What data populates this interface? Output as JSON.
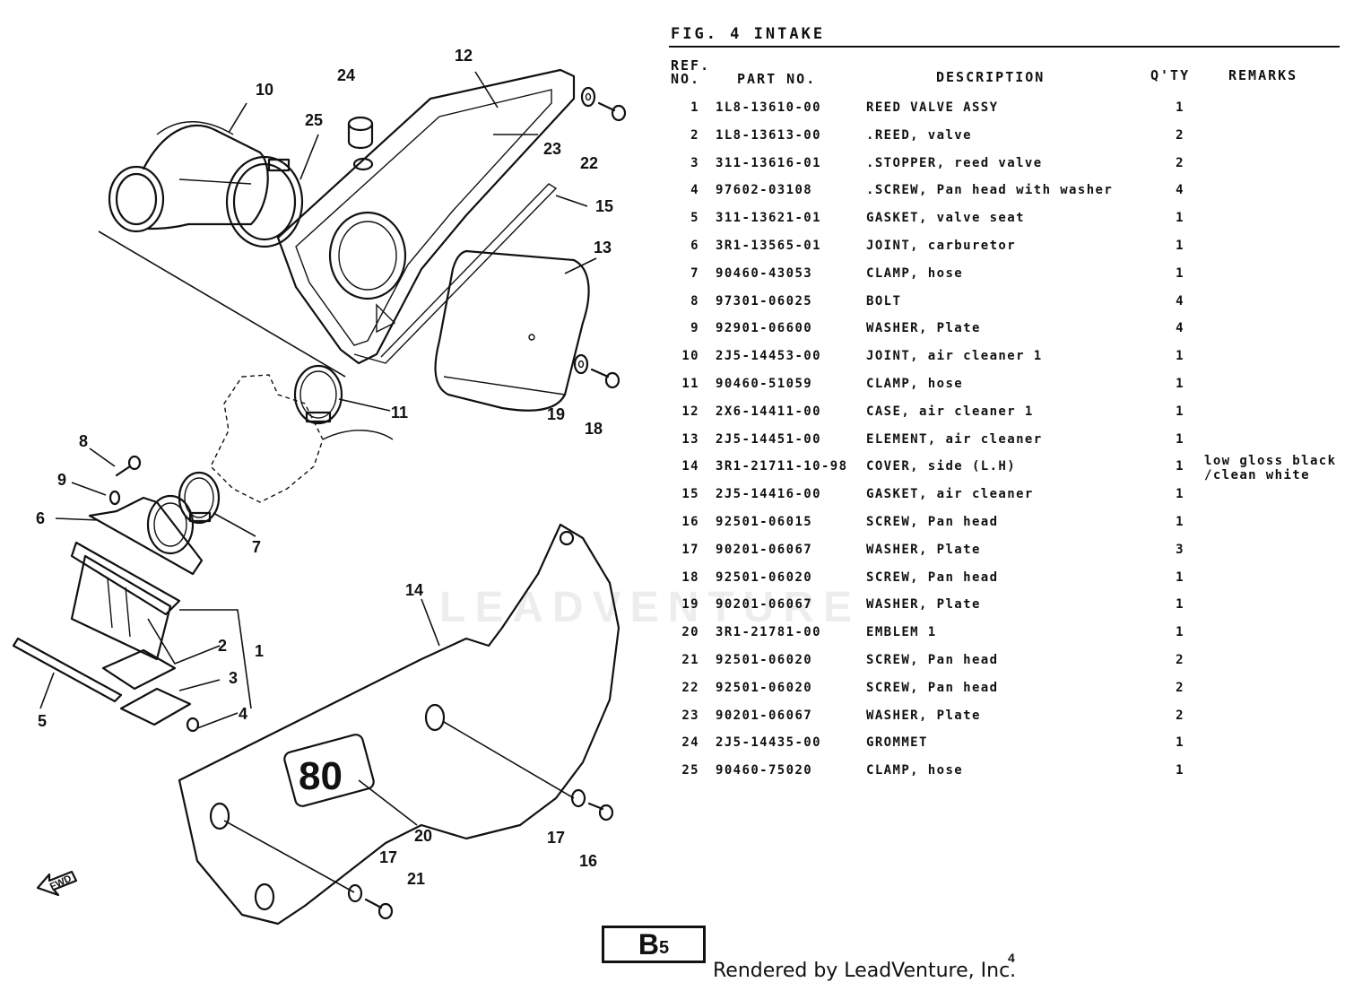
{
  "figure": {
    "label": "FIG. 4 INTAKE"
  },
  "table": {
    "headers": {
      "ref": "REF.\nNO.",
      "part": "PART NO.",
      "desc": "DESCRIPTION",
      "qty": "Q'TY",
      "remarks": "REMARKS"
    },
    "rows": [
      {
        "ref": "1",
        "part": "1L8-13610-00",
        "desc": "REED VALVE ASSY",
        "qty": "1",
        "remarks": ""
      },
      {
        "ref": "2",
        "part": "1L8-13613-00",
        "desc": ".REED, valve",
        "qty": "2",
        "remarks": ""
      },
      {
        "ref": "3",
        "part": "311-13616-01",
        "desc": ".STOPPER, reed valve",
        "qty": "2",
        "remarks": ""
      },
      {
        "ref": "4",
        "part": "97602-03108",
        "desc": ".SCREW, Pan head with washer",
        "qty": "4",
        "remarks": ""
      },
      {
        "ref": "5",
        "part": "311-13621-01",
        "desc": "GASKET, valve seat",
        "qty": "1",
        "remarks": ""
      },
      {
        "ref": "6",
        "part": "3R1-13565-01",
        "desc": "JOINT, carburetor",
        "qty": "1",
        "remarks": ""
      },
      {
        "ref": "7",
        "part": "90460-43053",
        "desc": "CLAMP, hose",
        "qty": "1",
        "remarks": ""
      },
      {
        "ref": "8",
        "part": "97301-06025",
        "desc": "BOLT",
        "qty": "4",
        "remarks": ""
      },
      {
        "ref": "9",
        "part": "92901-06600",
        "desc": "WASHER, Plate",
        "qty": "4",
        "remarks": ""
      },
      {
        "ref": "10",
        "part": "2J5-14453-00",
        "desc": "JOINT, air cleaner 1",
        "qty": "1",
        "remarks": ""
      },
      {
        "ref": "11",
        "part": "90460-51059",
        "desc": "CLAMP, hose",
        "qty": "1",
        "remarks": ""
      },
      {
        "ref": "12",
        "part": "2X6-14411-00",
        "desc": "CASE, air cleaner 1",
        "qty": "1",
        "remarks": ""
      },
      {
        "ref": "13",
        "part": "2J5-14451-00",
        "desc": "ELEMENT, air cleaner",
        "qty": "1",
        "remarks": ""
      },
      {
        "ref": "14",
        "part": "3R1-21711-10-98",
        "desc": "COVER, side (L.H)",
        "qty": "1",
        "remarks": "low gloss black\n/clean white"
      },
      {
        "ref": "15",
        "part": "2J5-14416-00",
        "desc": "GASKET, air cleaner",
        "qty": "1",
        "remarks": ""
      },
      {
        "ref": "16",
        "part": "92501-06015",
        "desc": "SCREW, Pan head",
        "qty": "1",
        "remarks": ""
      },
      {
        "ref": "17",
        "part": "90201-06067",
        "desc": "WASHER, Plate",
        "qty": "3",
        "remarks": ""
      },
      {
        "ref": "18",
        "part": "92501-06020",
        "desc": "SCREW, Pan head",
        "qty": "1",
        "remarks": ""
      },
      {
        "ref": "19",
        "part": "90201-06067",
        "desc": "WASHER, Plate",
        "qty": "1",
        "remarks": ""
      },
      {
        "ref": "20",
        "part": "3R1-21781-00",
        "desc": "EMBLEM 1",
        "qty": "1",
        "remarks": ""
      },
      {
        "ref": "21",
        "part": "92501-06020",
        "desc": "SCREW, Pan head",
        "qty": "2",
        "remarks": ""
      },
      {
        "ref": "22",
        "part": "92501-06020",
        "desc": "SCREW, Pan head",
        "qty": "2",
        "remarks": ""
      },
      {
        "ref": "23",
        "part": "90201-06067",
        "desc": "WASHER, Plate",
        "qty": "2",
        "remarks": ""
      },
      {
        "ref": "24",
        "part": "2J5-14435-00",
        "desc": "GROMMET",
        "qty": "1",
        "remarks": ""
      },
      {
        "ref": "25",
        "part": "90460-75020",
        "desc": "CLAMP, hose",
        "qty": "1",
        "remarks": ""
      }
    ]
  },
  "diagram": {
    "callouts": [
      "1",
      "2",
      "3",
      "4",
      "5",
      "6",
      "7",
      "8",
      "9",
      "10",
      "11",
      "12",
      "13",
      "14",
      "15",
      "16",
      "17",
      "17",
      "18",
      "19",
      "20",
      "21",
      "22",
      "23",
      "24",
      "25"
    ],
    "emblem_text": "80",
    "fwd_label": "FWD"
  },
  "footer": {
    "page_badge": "B",
    "page_badge_sub": "5",
    "rendered_by": "Rendered by LeadVenture, Inc.",
    "page_number": "4"
  },
  "watermark": "LEADVENTURE"
}
